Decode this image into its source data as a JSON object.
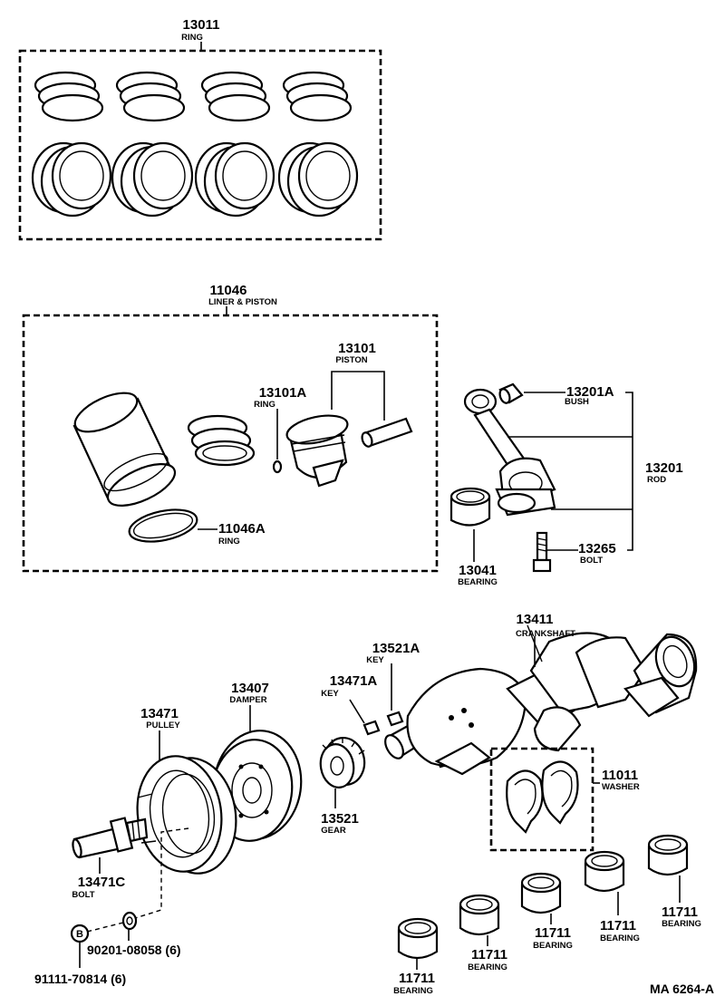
{
  "drawing_code": "MA 6264-A",
  "callouts": {
    "ring_set": {
      "number": "13011",
      "name": "RING"
    },
    "liner_piston": {
      "number": "11046",
      "name": "LINER & PISTON"
    },
    "piston": {
      "number": "13101",
      "name": "PISTON"
    },
    "piston_ring": {
      "number": "13101A",
      "name": "RING"
    },
    "liner_ring": {
      "number": "11046A",
      "name": "RING"
    },
    "bush": {
      "number": "13201A",
      "name": "BUSH"
    },
    "rod": {
      "number": "13201",
      "name": "ROD"
    },
    "rod_bolt": {
      "number": "13265",
      "name": "BOLT"
    },
    "rod_bearing": {
      "number": "13041",
      "name": "BEARING"
    },
    "crankshaft": {
      "number": "13411",
      "name": "CRANKSHAFT"
    },
    "key_a": {
      "number": "13521A",
      "name": "KEY"
    },
    "key_b": {
      "number": "13471A",
      "name": "KEY"
    },
    "damper": {
      "number": "13407",
      "name": "DAMPER"
    },
    "pulley": {
      "number": "13471",
      "name": "PULLEY"
    },
    "gear": {
      "number": "13521",
      "name": "GEAR"
    },
    "washer": {
      "number": "11011",
      "name": "WASHER"
    },
    "pulley_bolt": {
      "number": "13471C",
      "name": "BOLT"
    },
    "main_bearing": {
      "number": "11711",
      "name": "BEARING"
    }
  },
  "fasteners": {
    "washer_ref": "90201-08058 (6)",
    "bolt_ref": "91111-70814 (6)",
    "bolt_badge": "B"
  }
}
